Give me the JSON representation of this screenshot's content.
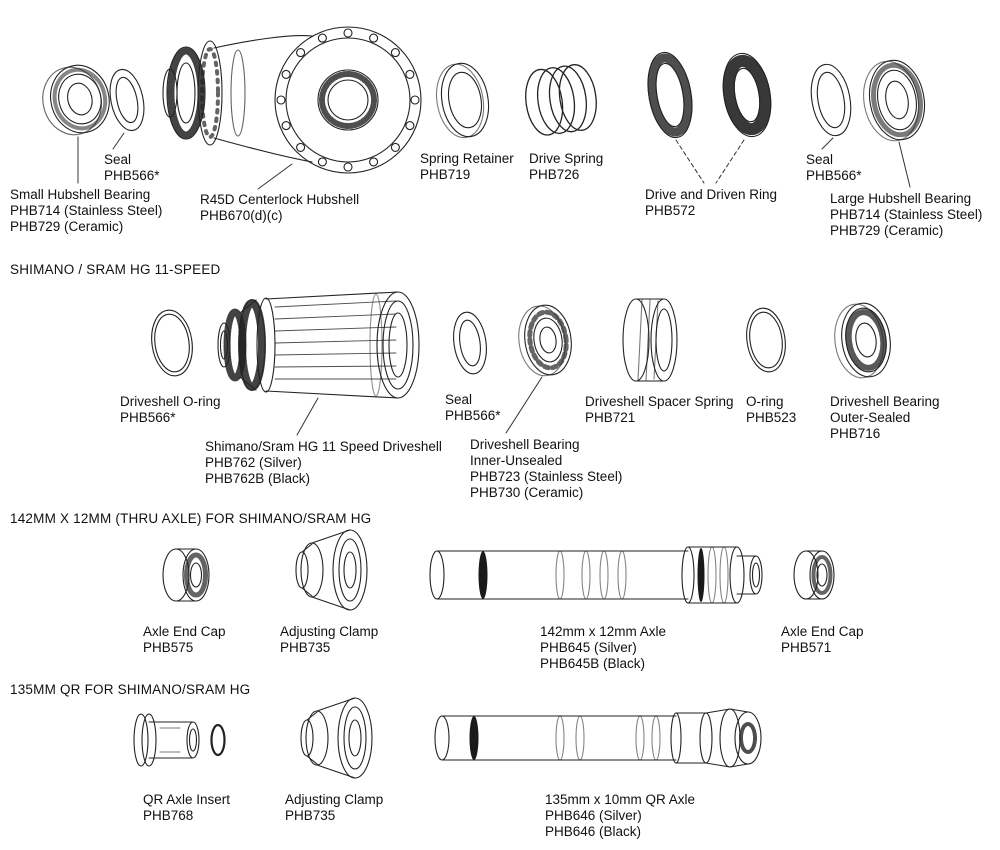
{
  "page": {
    "title": "Rear hub exploded parts diagram",
    "ink": "#1a1a1a",
    "background": "#ffffff"
  },
  "sections": [
    {
      "id": "hub-assembly",
      "header": "",
      "parts": [
        {
          "name": "small-hubshell-bearing",
          "lines": [
            "Small Hubshell Bearing",
            "PHB714 (Stainless Steel)",
            "PHB729 (Ceramic)"
          ]
        },
        {
          "name": "seal-left",
          "lines": [
            "Seal",
            "PHB566*"
          ]
        },
        {
          "name": "centerlock-hubshell",
          "lines": [
            "R45D Centerlock Hubshell",
            "PHB670(d)(c)"
          ]
        },
        {
          "name": "spring-retainer",
          "lines": [
            "Spring Retainer",
            "PHB719"
          ]
        },
        {
          "name": "drive-spring",
          "lines": [
            "Drive Spring",
            "PHB726"
          ]
        },
        {
          "name": "drive-and-driven-ring",
          "lines": [
            "Drive and Driven Ring",
            "PHB572"
          ]
        },
        {
          "name": "seal-right",
          "lines": [
            "Seal",
            "PHB566*"
          ]
        },
        {
          "name": "large-hubshell-bearing",
          "lines": [
            "Large Hubshell Bearing",
            "PHB714 (Stainless Steel)",
            "PHB729 (Ceramic)"
          ]
        }
      ]
    },
    {
      "id": "hg-11-speed",
      "header": "SHIMANO / SRAM HG 11-SPEED",
      "parts": [
        {
          "name": "driveshell-o-ring",
          "lines": [
            "Driveshell O-ring",
            "PHB566*"
          ]
        },
        {
          "name": "hg11-driveshell",
          "lines": [
            "Shimano/Sram HG 11 Speed Driveshell",
            "PHB762 (Silver)",
            "PHB762B (Black)"
          ]
        },
        {
          "name": "seal",
          "lines": [
            "Seal",
            "PHB566*"
          ]
        },
        {
          "name": "driveshell-bearing-inner",
          "lines": [
            "Driveshell Bearing",
            "Inner-Unsealed",
            "PHB723 (Stainless Steel)",
            "PHB730 (Ceramic)"
          ]
        },
        {
          "name": "driveshell-spacer-spring",
          "lines": [
            "Driveshell Spacer Spring",
            "PHB721"
          ]
        },
        {
          "name": "o-ring",
          "lines": [
            "O-ring",
            "PHB523"
          ]
        },
        {
          "name": "driveshell-bearing-outer",
          "lines": [
            "Driveshell Bearing",
            "Outer-Sealed",
            "PHB716"
          ]
        }
      ]
    },
    {
      "id": "thru-axle-142",
      "header": "142MM X 12MM (THRU AXLE) FOR SHIMANO/SRAM HG",
      "parts": [
        {
          "name": "axle-end-cap-left",
          "lines": [
            "Axle End Cap",
            "PHB575"
          ]
        },
        {
          "name": "adjusting-clamp",
          "lines": [
            "Adjusting Clamp",
            "PHB735"
          ]
        },
        {
          "name": "thru-axle",
          "lines": [
            "142mm x 12mm Axle",
            "PHB645 (Silver)",
            "PHB645B (Black)"
          ]
        },
        {
          "name": "axle-end-cap-right",
          "lines": [
            "Axle End Cap",
            "PHB571"
          ]
        }
      ]
    },
    {
      "id": "qr-135",
      "header": "135MM QR FOR SHIMANO/SRAM HG",
      "parts": [
        {
          "name": "qr-axle-insert",
          "lines": [
            "QR Axle Insert",
            "PHB768"
          ]
        },
        {
          "name": "adjusting-clamp",
          "lines": [
            "Adjusting Clamp",
            "PHB735"
          ]
        },
        {
          "name": "qr-axle",
          "lines": [
            "135mm x 10mm QR Axle",
            "PHB646 (Silver)",
            "PHB646 (Black)"
          ]
        }
      ]
    }
  ]
}
